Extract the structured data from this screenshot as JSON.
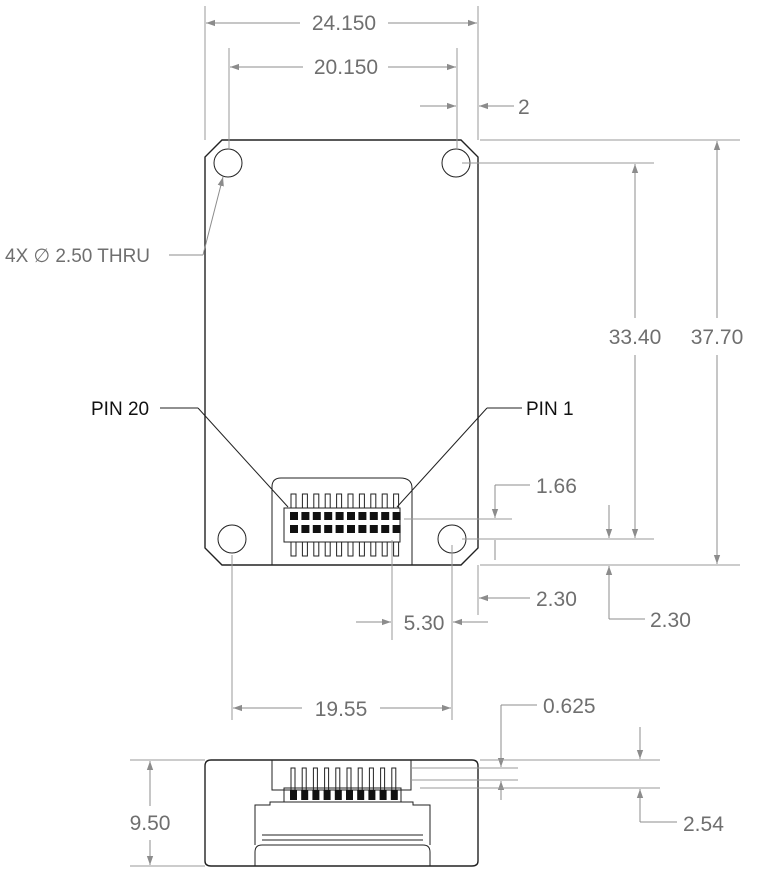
{
  "dimensions": {
    "overall_width": "24.150",
    "hole_spacing_top": "20.150",
    "corner_offset": "2",
    "vertical_hole_spacing": "33.40",
    "overall_height": "37.70",
    "pin_offset_top": "1.66",
    "pin_row_offset": "2.30",
    "bottom_hole_offset": "2.30",
    "connector_offset": "5.30",
    "hole_spacing_bottom": "19.55",
    "pin_tip_height": "0.625",
    "total_thickness": "9.50",
    "pin_pitch": "2.54"
  },
  "labels": {
    "hole_note": "4X ∅ 2.50 THRU",
    "pin20": "PIN 20",
    "pin1": "PIN 1"
  },
  "colors": {
    "outline": "#222222",
    "dimension": "#8c8c8c",
    "text": "#6f6f6f"
  }
}
